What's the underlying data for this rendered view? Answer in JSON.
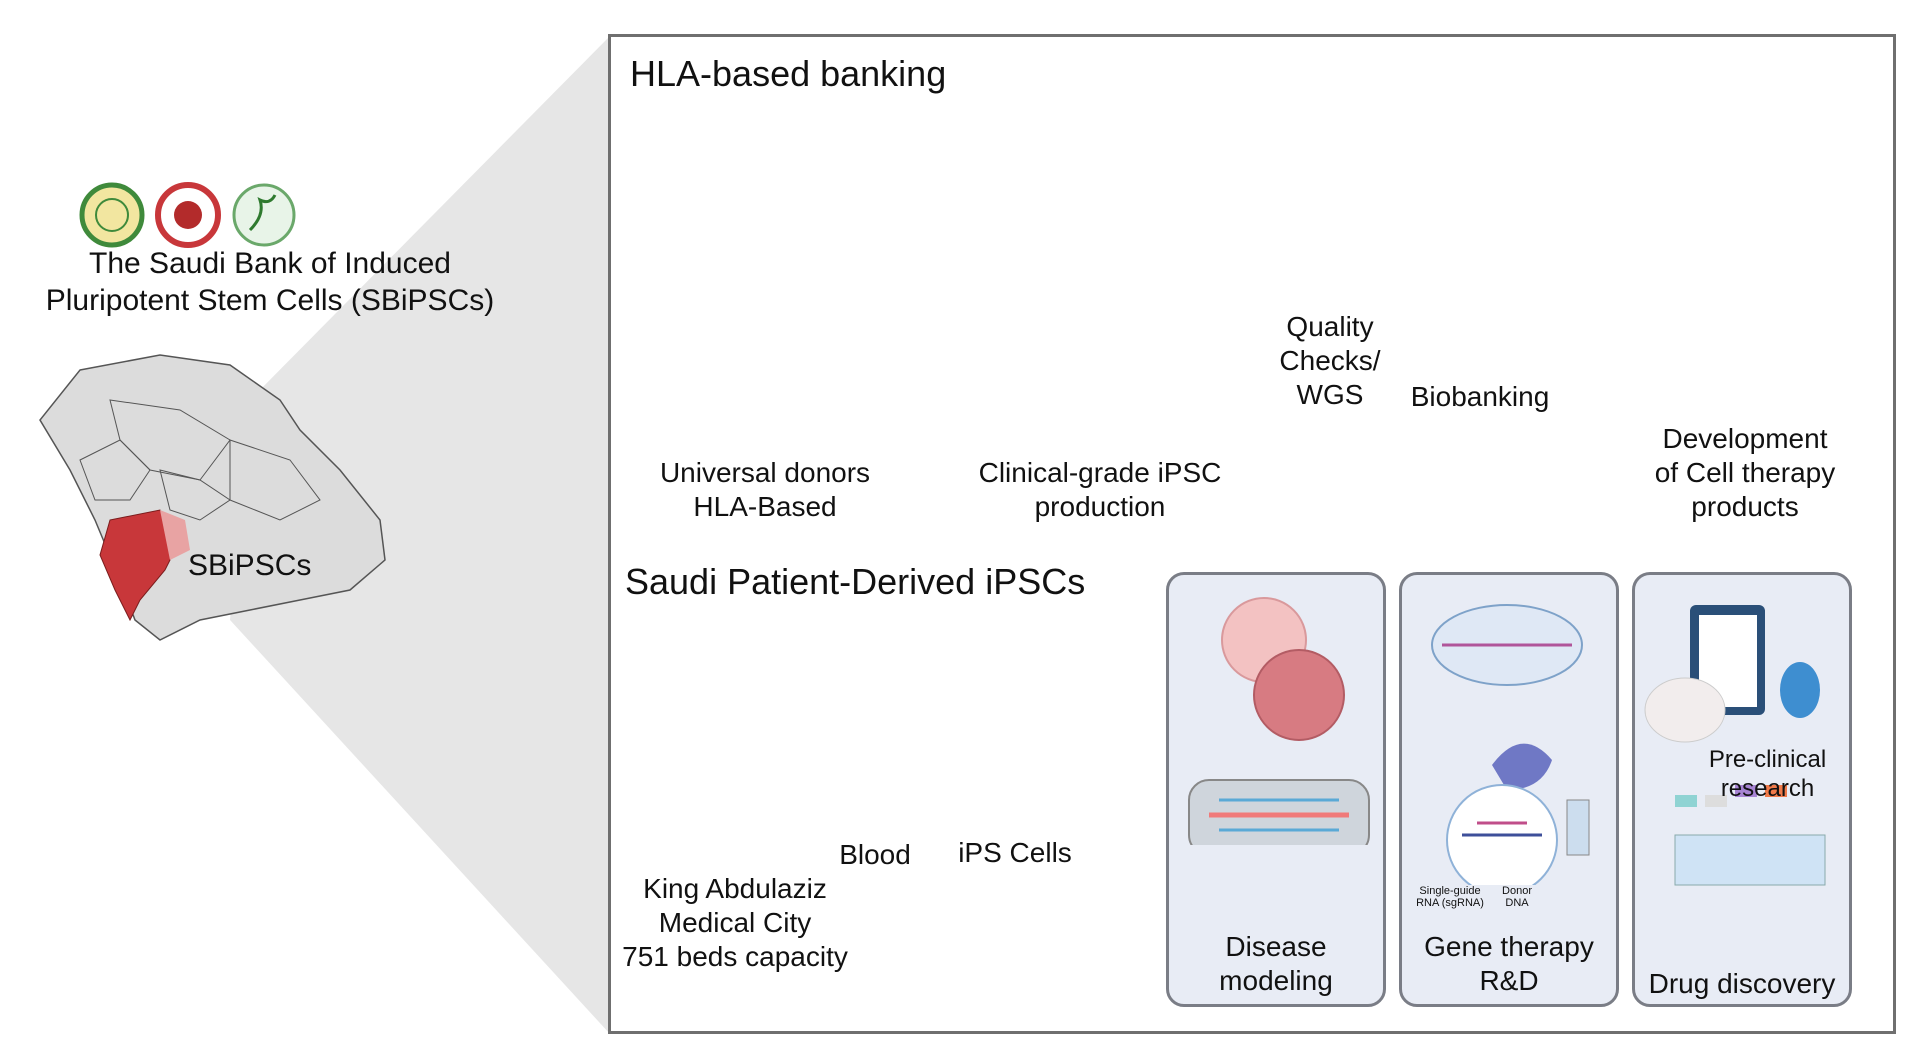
{
  "left": {
    "title_line1": "The Saudi Bank of Induced",
    "title_line2": "Pluripotent Stem Cells (SBiPSCs)",
    "map_label": "SBiPSCs",
    "logo_icons": [
      "sealed-emblem-icon",
      "military-emblem-icon",
      "dna-emblem-icon"
    ]
  },
  "hla": {
    "title": "HLA-based banking",
    "donors_line1": "Universal donors",
    "donors_line2": "HLA-Based",
    "production_line1": "Clinical-grade iPSC",
    "production_line2": "production",
    "qc_line1": "Quality",
    "qc_line2": "Checks/",
    "qc_line3": "WGS",
    "biobanking": "Biobanking",
    "dev_line1": "Development",
    "dev_line2": "of Cell therapy",
    "dev_line3": "products"
  },
  "patient": {
    "title": "Saudi Patient-Derived iPSCs",
    "hospital_line1": "King Abdulaziz",
    "hospital_line2": "Medical City",
    "hospital_line3": "751 beds capacity",
    "blood": "Blood",
    "ips": "iPS Cells",
    "disease_line1": "Disease",
    "disease_line2": "modeling",
    "gene_line1": "Gene therapy",
    "gene_line2": "R&D",
    "sgrna_line1": "Single-guide",
    "sgrna_line2": "RNA (sgRNA)",
    "donor_line1": "Donor",
    "donor_line2": "DNA",
    "preclinical_line1": "Pre-clinical",
    "preclinical_line2": "research",
    "drug": "Drug discovery"
  },
  "colors": {
    "highlight_region": "#c8373a",
    "box_border": "#6f6f6f",
    "panel_fill": "#e8ecf5",
    "tube_orange": "#f07a4a"
  }
}
